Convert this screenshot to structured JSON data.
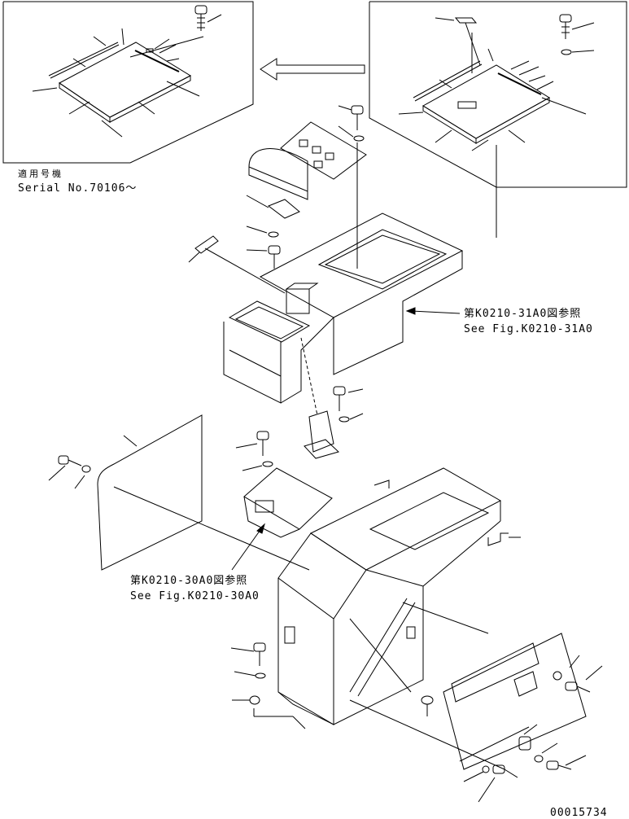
{
  "inset": {
    "applicable_jp": "適用号機",
    "serial": "Serial No.70106～"
  },
  "refs": [
    {
      "jp": "第K0210-31A0図参照",
      "en": "See Fig.K0210-31A0"
    },
    {
      "jp": "第K0210-30A0図参照",
      "en": "See Fig.K0210-30A0"
    }
  ],
  "drawing_number": "00015734"
}
